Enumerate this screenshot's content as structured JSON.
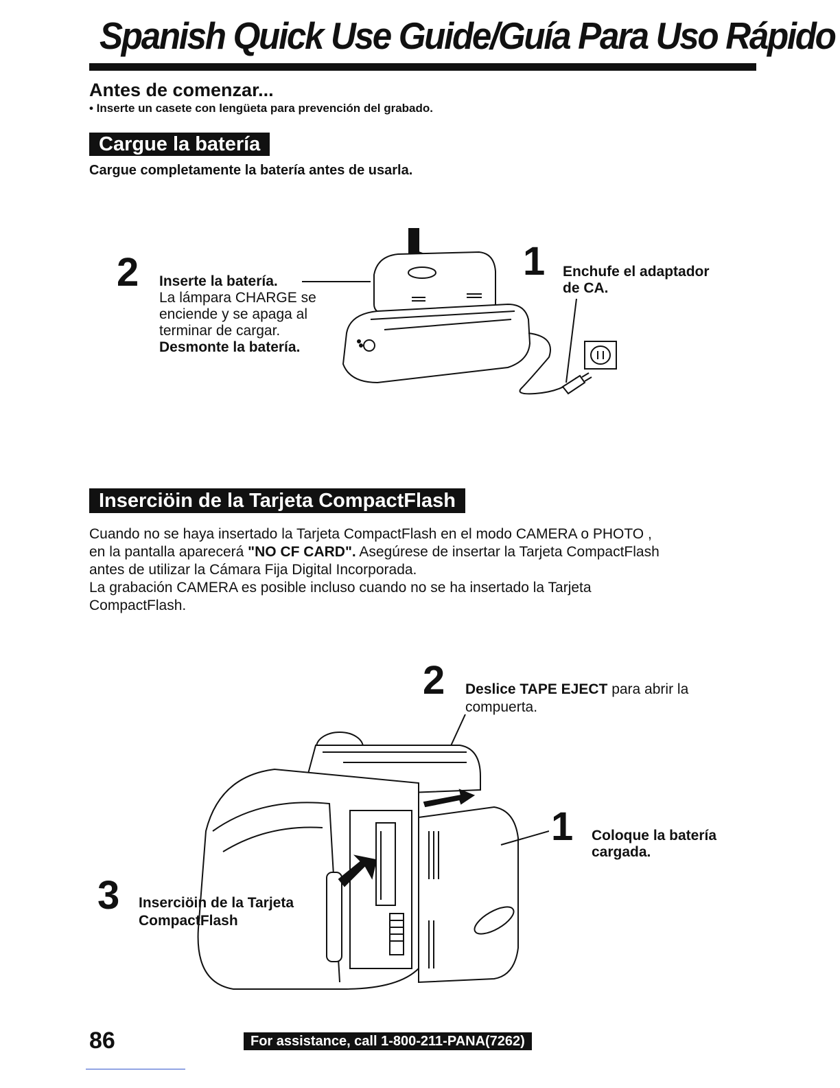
{
  "title": "Spanish Quick Use Guide/Guía Para Uso Rápido",
  "before": {
    "heading": "Antes de comenzar...",
    "bullet": "• Inserte un casete con lengüeta para prevención del grabado."
  },
  "battery_section": {
    "bar_label": "Cargue la batería",
    "intro": "Cargue completamente la batería antes de usarla.",
    "step2": {
      "number": "2",
      "title": "Inserte la batería.",
      "line1": "La lámpara CHARGE se",
      "line2": "enciende y se apaga al",
      "line3": "terminar de cargar.",
      "line4": "Desmonte la batería."
    },
    "step1": {
      "number": "1",
      "line1": "Enchufe el adaptador",
      "line2": "de CA."
    }
  },
  "cf_section": {
    "bar_label": "Inserciöin de la Tarjeta CompactFlash",
    "para1_line1": "Cuando no se haya insertado la Tarjeta CompactFlash en el modo CAMERA o PHOTO ,",
    "para1_line2_a": "en la pantalla aparecerá ",
    "para1_line2_b": "\"NO CF CARD\".",
    "para1_line2_c": " Asegúrese de insertar la Tarjeta CompactFlash",
    "para1_line3": "antes de utilizar la Cámara Fija Digital Incorporada.",
    "para2_line1": "La grabación CAMERA es posible incluso cuando no se ha insertado la Tarjeta",
    "para2_line2": "CompactFlash.",
    "step2": {
      "number": "2",
      "bold": "Deslice TAPE EJECT",
      "rest": " para abrir la",
      "line2": "compuerta."
    },
    "step1": {
      "number": "1",
      "line1": "Coloque la batería",
      "line2": "cargada."
    },
    "step3": {
      "number": "3",
      "line1": "Inserciöin de la Tarjeta",
      "line2": "CompactFlash"
    }
  },
  "footer": {
    "page_number": "86",
    "assistance": "For assistance, call 1-800-211-PANA(7262)"
  }
}
